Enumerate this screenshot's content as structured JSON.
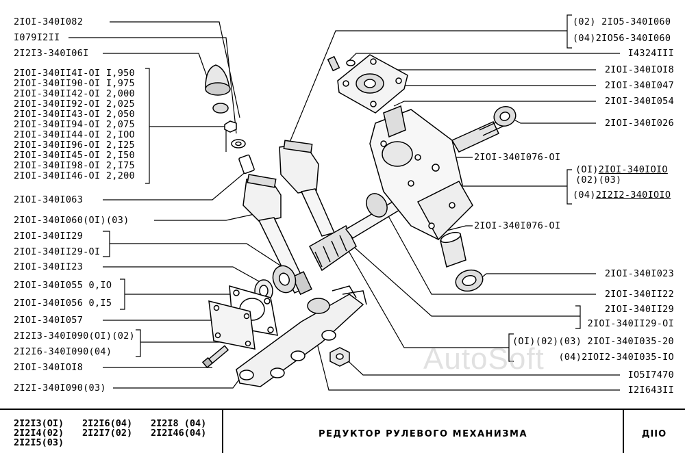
{
  "left_labels": {
    "l1": "2IOI-340I082",
    "l2": "I079I2II",
    "l3": "2I2I3-340I06I",
    "shims": [
      "2IOI-340II4I-OI I,950",
      "2IOI-340II90-OI I,975",
      "2IOI-340II42-OI 2,000",
      "2IOI-340II92-OI 2,025",
      "2IOI-340II43-OI 2,050",
      "2IOI-340II94-OI 2,075",
      "2IOI-340II44-OI 2,IOO",
      "2IOI-340II96-OI 2,I25",
      "2IOI-340II45-OI 2,I50",
      "2IOI-340II98-OI 2,I75",
      "2IOI-340II46-OI 2,200"
    ],
    "l4": "2IOI-340I063",
    "l5": "2IOI-340I060(OI)(03)",
    "l6a": "2IOI-340II29",
    "l6b": "2IOI-340II29-OI",
    "l7": "2IOI-340II23",
    "l8a": "2IOI-340I055 0,IO",
    "l8b": "2IOI-340I056 0,I5",
    "l9": "2IOI-340I057",
    "l10a": "2I2I3-340I090(OI)(02)",
    "l10b": "2I2I6-340I090(04)",
    "l11": "2IOI-340IOI8",
    "l12": "2I2I-340I090(03)"
  },
  "right_labels": {
    "r1a": "(02) 2IO5-340I060",
    "r1b": "(04)2IO56-340I060",
    "r2": "I4324III",
    "r3": "2IOI-340IOI8",
    "r4": "2IOI-340I047",
    "r5": "2IOI-340I054",
    "r6": "2IOI-340I026",
    "r7": "2IOI-340I076-OI",
    "r8a_prefix": "(OI)",
    "r8a": "2IOI-340IOIO",
    "r8b": "(02)(03)",
    "r8c_prefix": "(04)",
    "r8c": "2I2I2-340IOIO",
    "r9": "2IOI-340I076-OI",
    "r10": "2IOI-340I023",
    "r11": "2IOI-340II22",
    "r12a": "2IOI-340II29",
    "r12b": "2IOI-340II29-OI",
    "r13a": "(OI)(02)(03) 2IOI-340I035-20",
    "r13b": "(04)2IOI2-340I035-IO",
    "r14": "IO5I7470",
    "r15": "I2I643II"
  },
  "footer": {
    "models": [
      [
        "2I2I3(OI)",
        "2I2I4(02)",
        "2I2I5(03)"
      ],
      [
        "2I2I6(04)",
        "2I2I7(02)"
      ],
      [
        "2I2I8 (04)",
        "2I2I46(04)"
      ]
    ],
    "title": "РЕДУКТОР  РУЛЕВОГО  МЕХАНИЗМА",
    "code": "ДIIO"
  },
  "watermark": "AutoSoft"
}
